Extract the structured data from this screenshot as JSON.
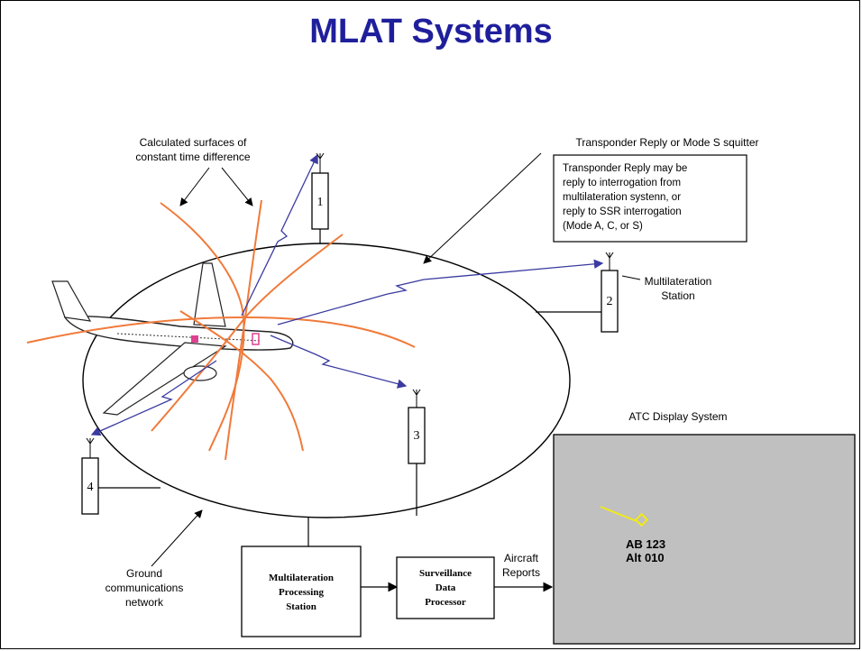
{
  "title": "MLAT Systems",
  "colors": {
    "title": "#1f1f9c",
    "surfaces": "#f07a3a",
    "signal_path": "#3a3aa0",
    "display_bg": "#c0c0c0",
    "target": "#f2ea16"
  },
  "labels": {
    "calculated_surfaces": [
      "Calculated surfaces of",
      "constant  time difference"
    ],
    "transponder_reply_title": "Transponder Reply or Mode S squitter",
    "transponder_reply_note": [
      "Transponder Reply may be",
      "reply to interrogation  from",
      "multilateration systenn, or",
      "reply to SSR interrogation",
      "(Mode A, C, or S)"
    ],
    "multilateration_station": [
      "Multilateration",
      "Station"
    ],
    "atc_display_system": "ATC Display System",
    "ground_network": [
      "Ground",
      "communications",
      "network"
    ],
    "aircraft_reports": [
      "Aircraft",
      "Reports"
    ]
  },
  "stations": [
    {
      "number": "1"
    },
    {
      "number": "2"
    },
    {
      "number": "3"
    },
    {
      "number": "4"
    }
  ],
  "processing": {
    "mlat_station": [
      "Multilateration",
      "Processing",
      "Station"
    ],
    "sdp": [
      "Surveillance",
      "Data",
      "Processor"
    ]
  },
  "display": {
    "target_line1": "AB 123",
    "target_line2": "Alt 010"
  }
}
